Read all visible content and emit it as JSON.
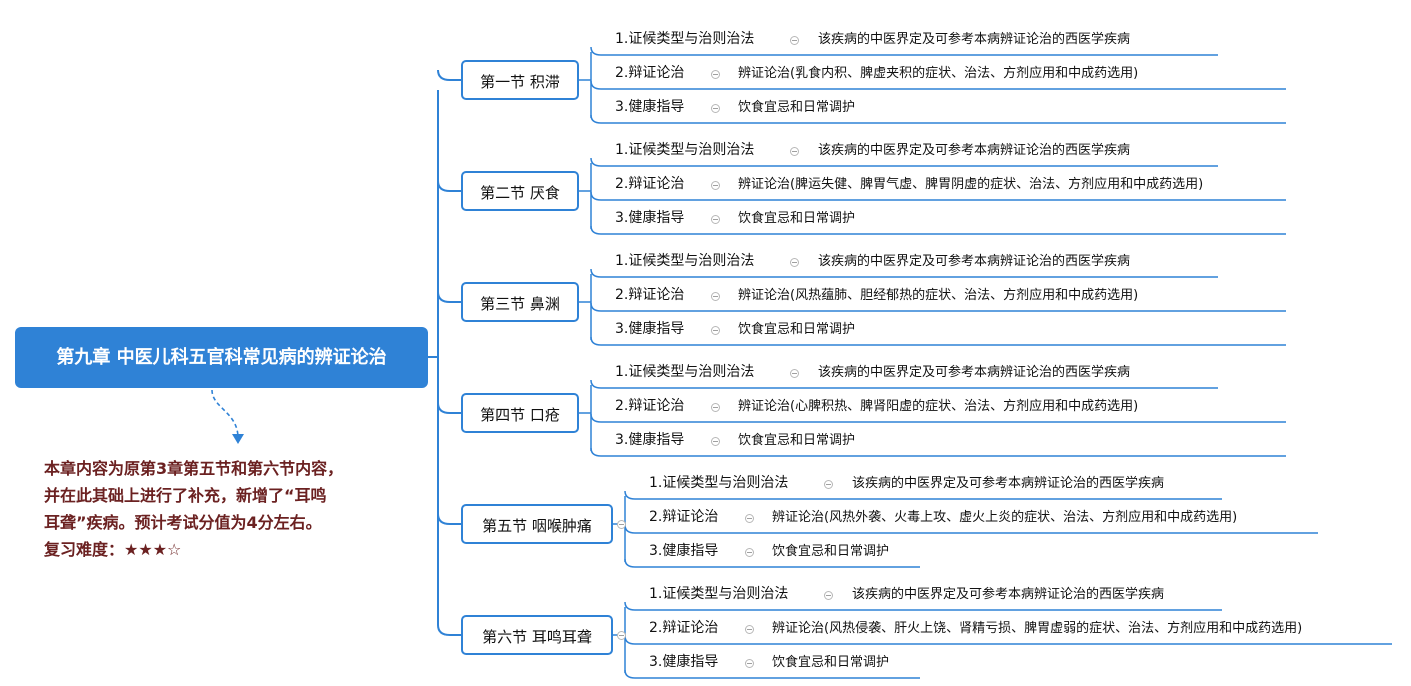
{
  "root": {
    "title": "第九章 中医儿科五官科常见病的辨证论治",
    "note_lines": [
      "本章内容为原第3章第五节和第六节内容，",
      "并在此其础上进行了补充，新增了“耳鸣",
      "耳聋”疾病。预计考试分值为4分左右。",
      "复习难度：★★★☆"
    ]
  },
  "sections": [
    {
      "title": "第一节 积滞",
      "items": [
        {
          "label": "1.证候类型与治则治法",
          "desc": "该疾病的中医界定及可参考本病辨证论治的西医学疾病"
        },
        {
          "label": "2.辩证论治",
          "desc": "辨证论治(乳食内积、脾虚夹积的症状、治法、方剂应用和中成药选用)"
        },
        {
          "label": "3.健康指导",
          "desc": "饮食宜忌和日常调护"
        }
      ]
    },
    {
      "title": "第二节 厌食",
      "items": [
        {
          "label": "1.证候类型与治则治法",
          "desc": "该疾病的中医界定及可参考本病辨证论治的西医学疾病"
        },
        {
          "label": "2.辩证论治",
          "desc": "辨证论治(脾运失健、脾胃气虚、脾胃阴虚的症状、治法、方剂应用和中成药选用)"
        },
        {
          "label": "3.健康指导",
          "desc": "饮食宜忌和日常调护"
        }
      ]
    },
    {
      "title": "第三节 鼻渊",
      "items": [
        {
          "label": "1.证候类型与治则治法",
          "desc": "该疾病的中医界定及可参考本病辨证论治的西医学疾病"
        },
        {
          "label": "2.辩证论治",
          "desc": "辨证论治(风热蕴肺、胆经郁热的症状、治法、方剂应用和中成药选用)"
        },
        {
          "label": "3.健康指导",
          "desc": "饮食宜忌和日常调护"
        }
      ]
    },
    {
      "title": "第四节 口疮",
      "items": [
        {
          "label": "1.证候类型与治则治法",
          "desc": "该疾病的中医界定及可参考本病辨证论治的西医学疾病"
        },
        {
          "label": "2.辩证论治",
          "desc": "辨证论治(心脾积热、脾肾阳虚的症状、治法、方剂应用和中成药选用)"
        },
        {
          "label": "3.健康指导",
          "desc": "饮食宜忌和日常调护"
        }
      ]
    },
    {
      "title": "第五节 咽喉肿痛",
      "items": [
        {
          "label": "1.证候类型与治则治法",
          "desc": "该疾病的中医界定及可参考本病辨证论治的西医学疾病"
        },
        {
          "label": "2.辩证论治",
          "desc": "辨证论治(风热外袭、火毒上攻、虚火上炎的症状、治法、方剂应用和中成药选用)"
        },
        {
          "label": "3.健康指导",
          "desc": "饮食宜忌和日常调护"
        }
      ]
    },
    {
      "title": "第六节 耳鸣耳聋",
      "items": [
        {
          "label": "1.证候类型与治则治法",
          "desc": "该疾病的中医界定及可参考本病辨证论治的西医学疾病"
        },
        {
          "label": "2.辩证论治",
          "desc": "辨证论治(风热侵袭、肝火上饶、肾精亏损、脾胃虚弱的症状、治法、方剂应用和中成药选用)"
        },
        {
          "label": "3.健康指导",
          "desc": "饮食宜忌和日常调护"
        }
      ]
    }
  ],
  "colors": {
    "branch": "#2f82d6",
    "root_fill": "#2f82d6",
    "note_text": "#6b2121"
  }
}
